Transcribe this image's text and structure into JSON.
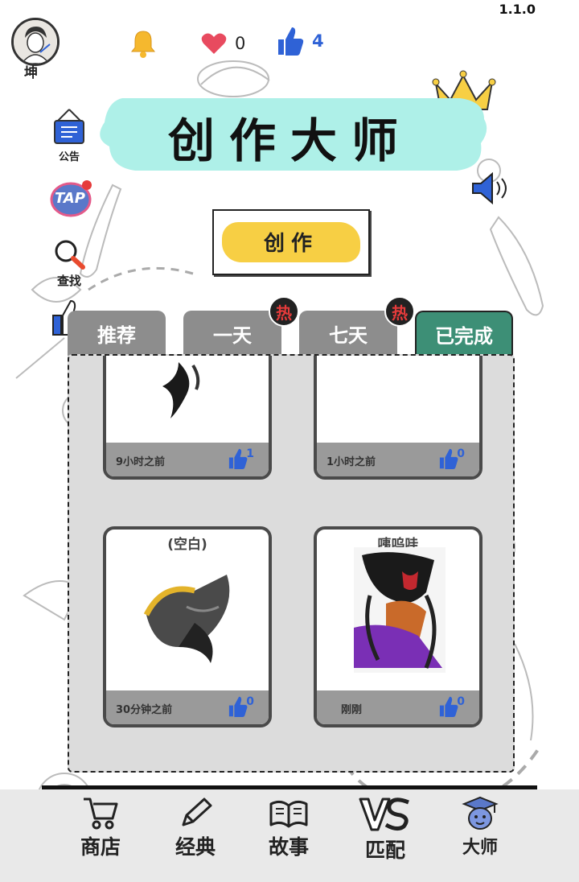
{
  "app": {
    "version": "1.1.0"
  },
  "user": {
    "name": "坤"
  },
  "stats": {
    "likes": "0",
    "thumbs": "4"
  },
  "side": {
    "notice": "公告",
    "tap": "TAP",
    "search": "查找"
  },
  "title": "创作大师",
  "create_button": "创作",
  "tabs": [
    {
      "label": "推荐",
      "hot": false,
      "active": false
    },
    {
      "label": "一天",
      "hot": true,
      "active": false
    },
    {
      "label": "七天",
      "hot": true,
      "active": false
    },
    {
      "label": "已完成",
      "hot": false,
      "active": true
    }
  ],
  "hot_badge": "热",
  "cards": [
    {
      "title": "",
      "time": "9小时之前",
      "likes": "1"
    },
    {
      "title": "",
      "time": "1小时之前",
      "likes": "0"
    },
    {
      "title": "(空白)",
      "time": "30分钟之前",
      "likes": "0"
    },
    {
      "title": "咦呜哇",
      "time": "刚刚",
      "likes": "0"
    }
  ],
  "nav": [
    {
      "label": "商店",
      "icon": "cart-icon"
    },
    {
      "label": "经典",
      "icon": "pencil-icon"
    },
    {
      "label": "故事",
      "icon": "book-icon"
    },
    {
      "label": "匹配",
      "icon": "vs-icon"
    },
    {
      "label": "大师",
      "icon": "graduate-icon"
    }
  ],
  "colors": {
    "accent_tab": "#3d8f76",
    "thumb": "#2f62d6",
    "banner": "#aef0e8",
    "create": "#f7cf44",
    "heart": "#e84a5f",
    "bell": "#f5b82e"
  }
}
